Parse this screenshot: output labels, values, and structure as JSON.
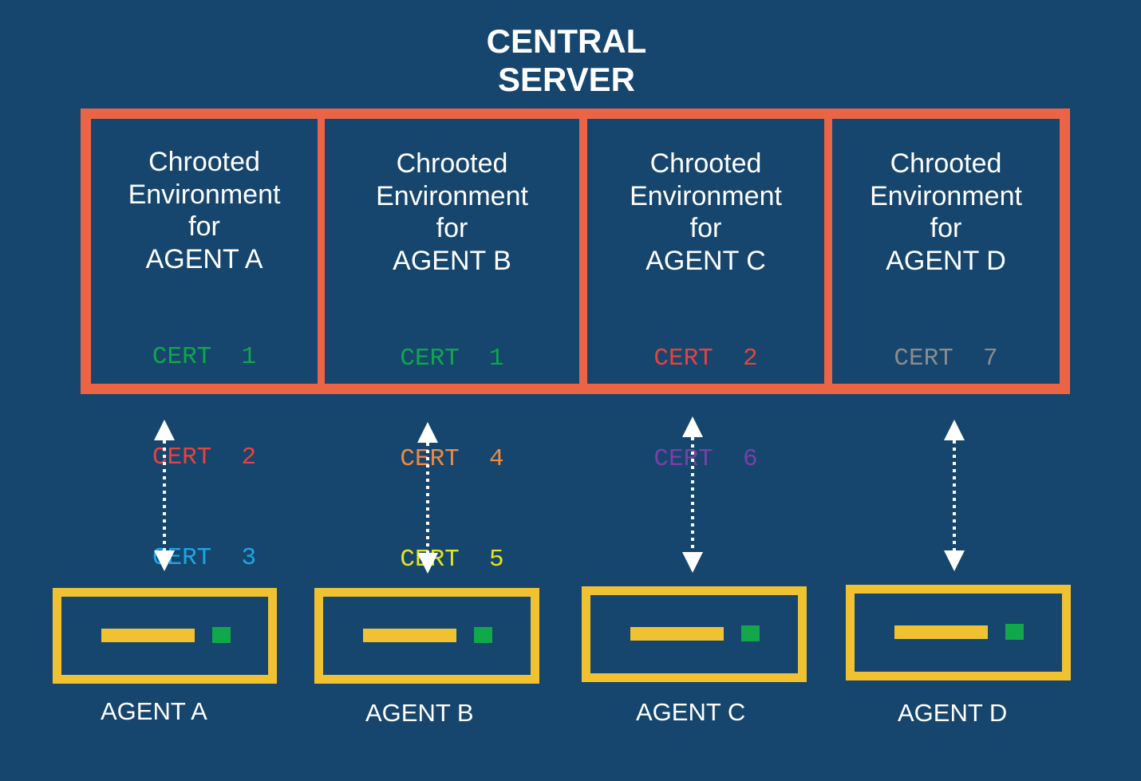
{
  "title": {
    "line1": "CENTRAL",
    "line2": "SERVER"
  },
  "colors": {
    "background": "#16466d",
    "server_frame": "#ec6446",
    "agent_frame": "#f0c231",
    "agent_led": "#10a84a",
    "text": "#ffffff"
  },
  "environments": [
    {
      "line1": "Chrooted",
      "line2": "Environment",
      "line3": "for",
      "line4": "AGENT A",
      "certs": [
        {
          "label": "CERT  1",
          "color": "#0da84c"
        },
        {
          "label": "CERT  2",
          "color": "#e8423f"
        },
        {
          "label": "CERT  3",
          "color": "#1ea6e6"
        }
      ]
    },
    {
      "line1": "Chrooted",
      "line2": "Environment",
      "line3": "for",
      "line4": "AGENT B",
      "certs": [
        {
          "label": "CERT  1",
          "color": "#0da84c"
        },
        {
          "label": "CERT  4",
          "color": "#f08a3c"
        },
        {
          "label": "CERT  5",
          "color": "#e6e41e"
        }
      ]
    },
    {
      "line1": "Chrooted",
      "line2": "Environment",
      "line3": "for",
      "line4": "AGENT C",
      "certs": [
        {
          "label": "CERT  2",
          "color": "#e8423f"
        },
        {
          "label": "CERT  6",
          "color": "#7a3fa8"
        }
      ]
    },
    {
      "line1": "Chrooted",
      "line2": "Environment",
      "line3": "for",
      "line4": "AGENT D",
      "certs": [
        {
          "label": "CERT  7",
          "color": "#8c8c8c"
        }
      ]
    }
  ],
  "agents": [
    {
      "label": "AGENT A"
    },
    {
      "label": "AGENT B"
    },
    {
      "label": "AGENT C"
    },
    {
      "label": "AGENT D"
    }
  ]
}
